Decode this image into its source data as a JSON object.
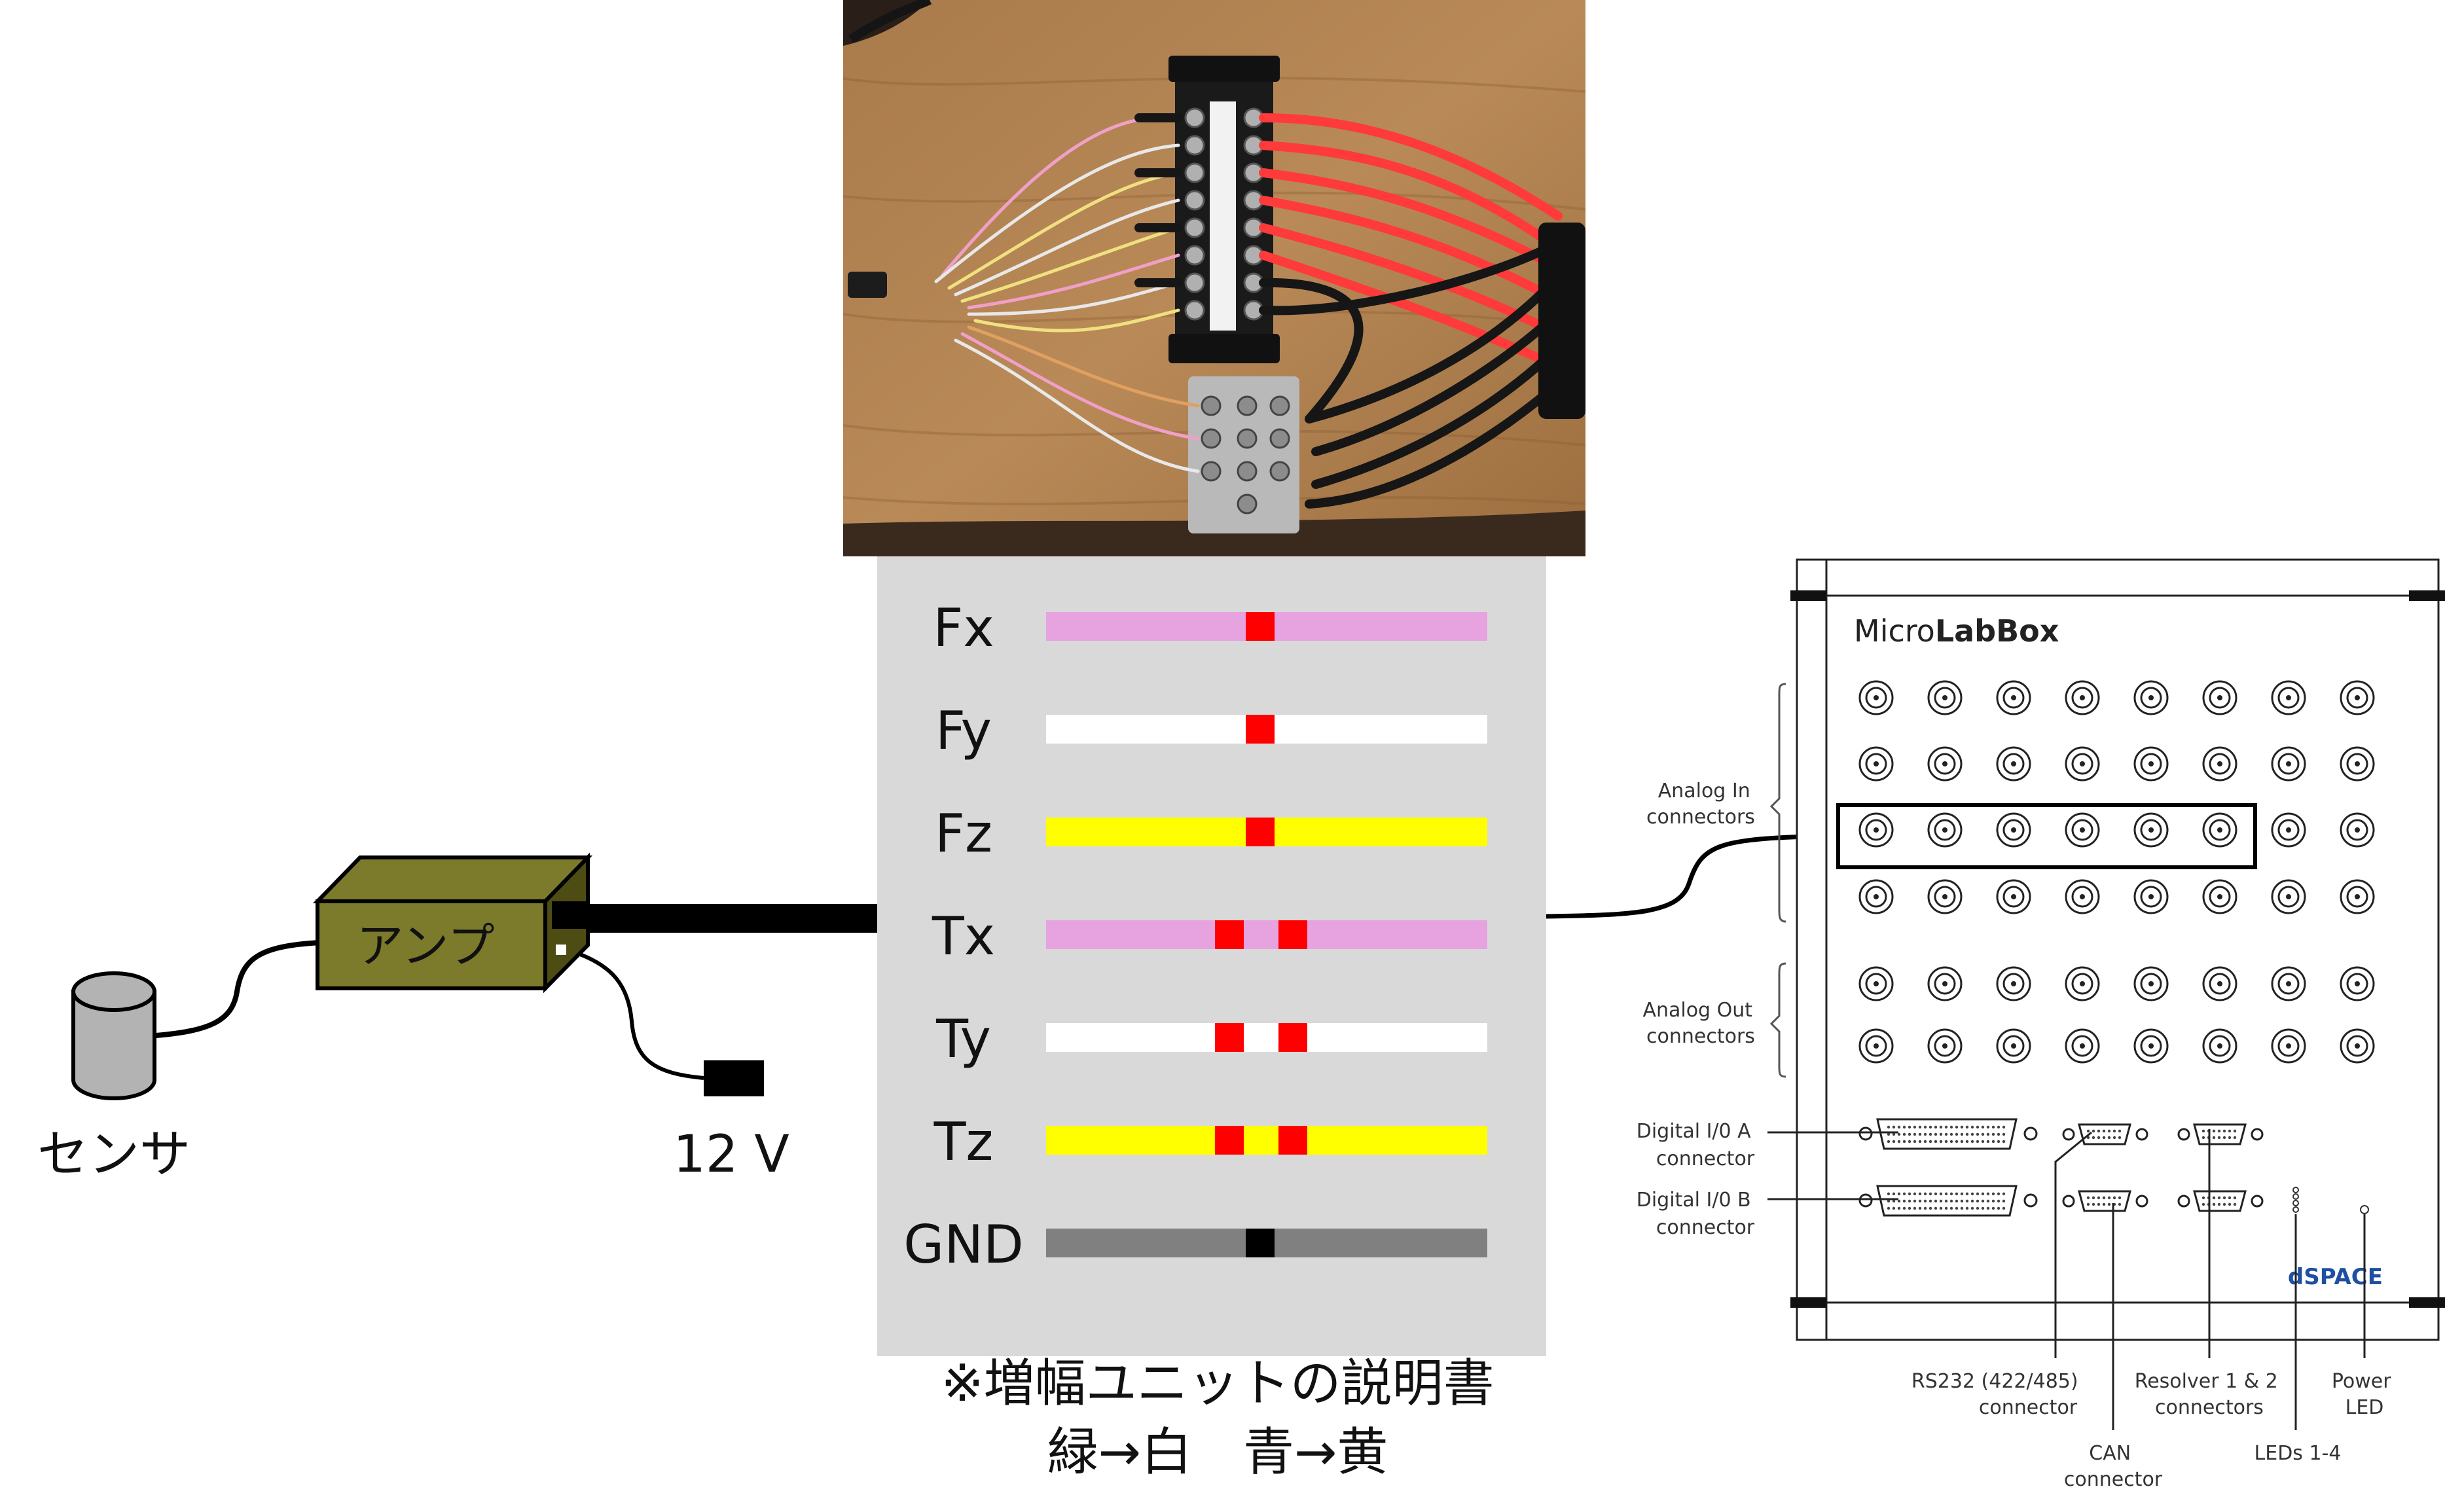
{
  "left_diagram": {
    "sensor_label": "センサ",
    "amp_label": "アンプ",
    "power_label": "12 V"
  },
  "wire_panel": {
    "rows": [
      {
        "label": "Fx",
        "color": "#e6a3df",
        "pins": 1
      },
      {
        "label": "Fy",
        "color": "#ffffff",
        "pins": 1
      },
      {
        "label": "Fz",
        "color": "#ffff00",
        "pins": 1
      },
      {
        "label": "Tx",
        "color": "#e6a3df",
        "pins": 2
      },
      {
        "label": "Ty",
        "color": "#ffffff",
        "pins": 2
      },
      {
        "label": "Tz",
        "color": "#ffff00",
        "pins": 2
      },
      {
        "label": "GND",
        "color": "#808080",
        "pins": 1
      }
    ],
    "pin_color": "#ff0000",
    "gnd_pin_color": "#000000",
    "panel_bg": "#d9d9d9"
  },
  "caption": {
    "line1": "※増幅ユニットの説明書",
    "line2": "緑→白　青→黄"
  },
  "labbox": {
    "brand_prefix": "Micro",
    "brand_bold": "LabBox",
    "logo": "dSPACE",
    "analog_in_label": [
      "Analog In",
      "connectors"
    ],
    "analog_out_label": [
      "Analog Out",
      "connectors"
    ],
    "digital_a_label": [
      "Digital I/0 A",
      "connector"
    ],
    "digital_b_label": [
      "Digital I/0 B",
      "connector"
    ],
    "rs232_label": [
      "RS232 (422/485)",
      "connector"
    ],
    "can_label": [
      "CAN",
      "connector"
    ],
    "resolver_label": [
      "Resolver 1 & 2",
      "connectors"
    ],
    "leds_label": "LEDs 1-4",
    "power_led_label": [
      "Power",
      "LED"
    ]
  },
  "photo": {
    "wire_colors": [
      "#ff3030",
      "#e83a4a",
      "#202020",
      "#f0e080",
      "#e8e8e8",
      "#f0a0c8"
    ]
  }
}
